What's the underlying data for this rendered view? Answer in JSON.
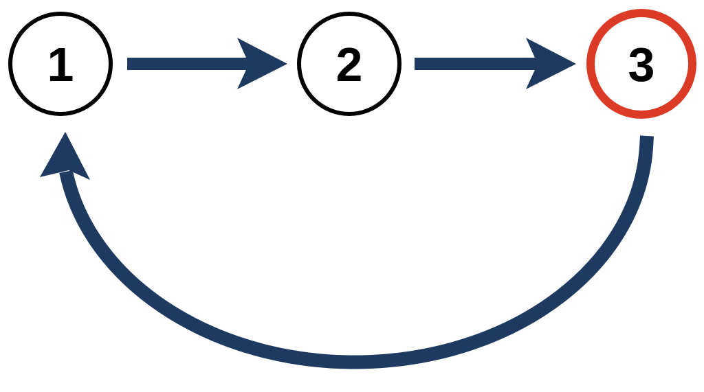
{
  "nodes": [
    {
      "label": "1",
      "color": "#000000"
    },
    {
      "label": "2",
      "color": "#000000"
    },
    {
      "label": "3",
      "color": "#db3b26"
    }
  ],
  "arrow_color": "#1f3a60",
  "edges": [
    {
      "from": "1",
      "to": "2"
    },
    {
      "from": "2",
      "to": "3"
    },
    {
      "from": "3",
      "to": "1"
    }
  ]
}
